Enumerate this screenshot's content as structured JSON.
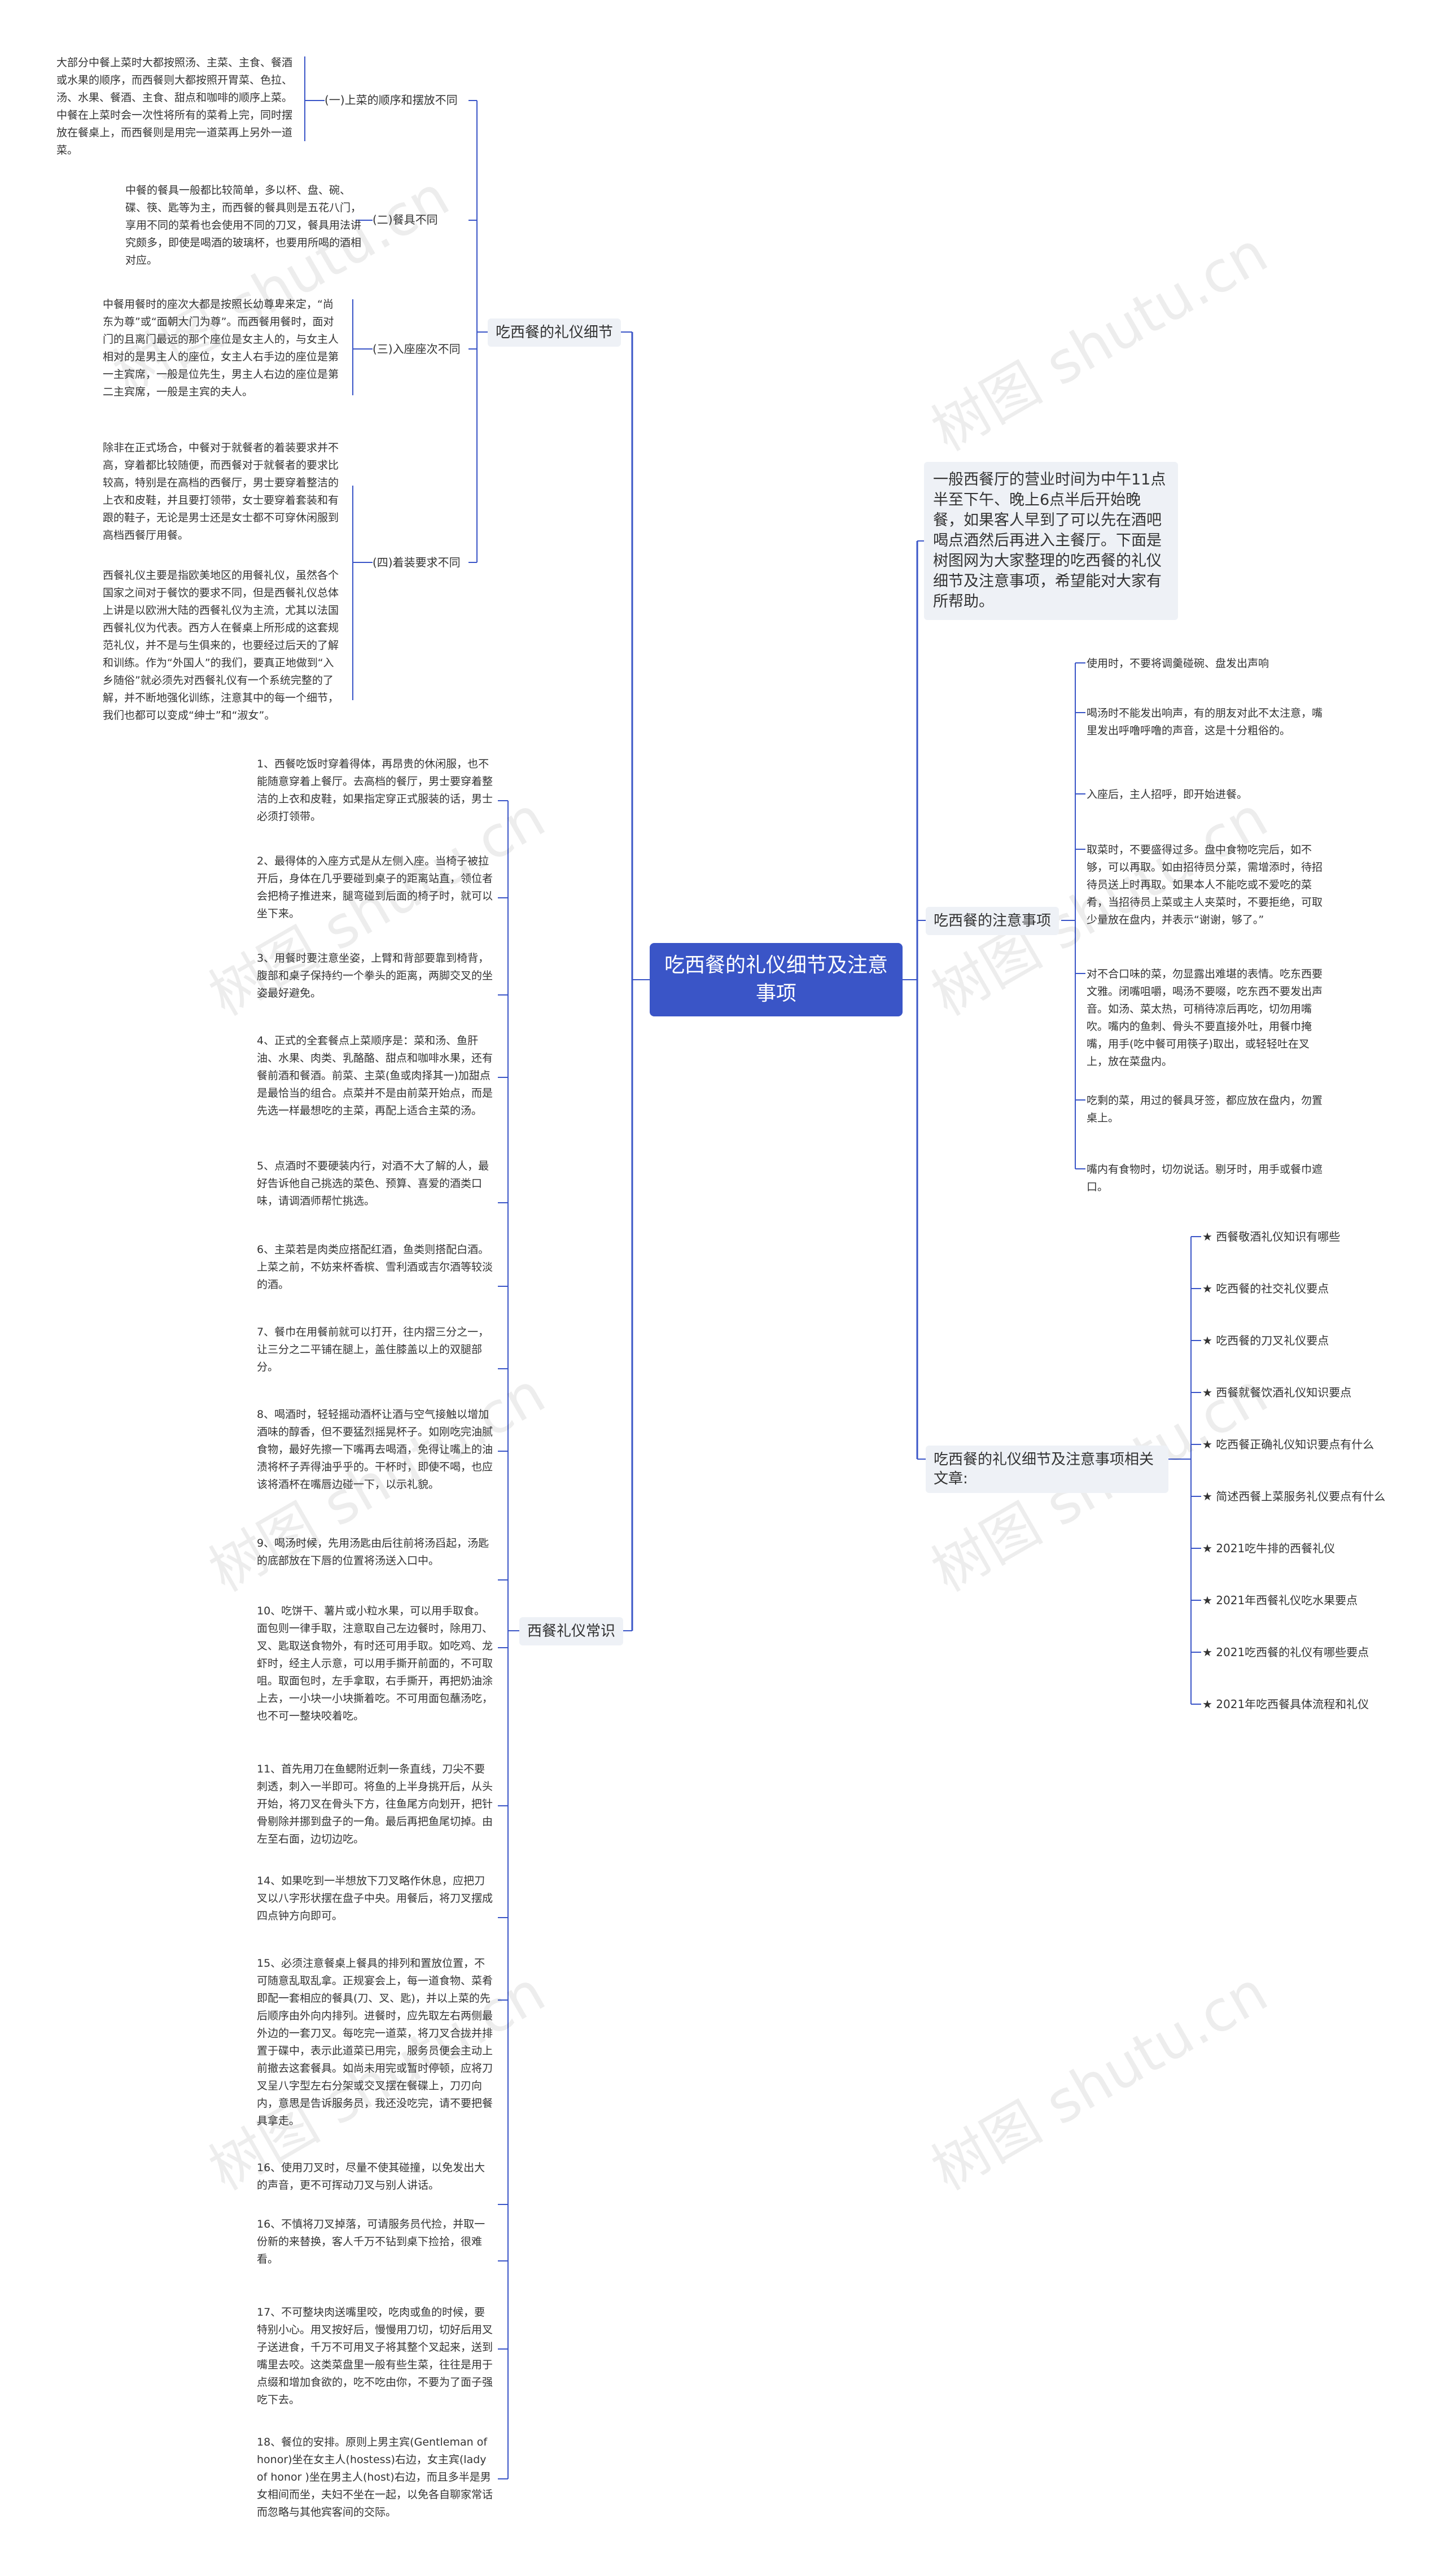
{
  "watermark": "树图 shutu.cn",
  "root": "吃西餐的礼仪细节及注意事项",
  "intro": "一般西餐厅的营业时间为中午11点半至下午、晚上6点半后开始晚餐，如果客人早到了可以先在酒吧喝点酒然后再进入主餐厅。下面是树图网为大家整理的吃西餐的礼仪细节及注意事项，希望能对大家有所帮助。",
  "branches": {
    "details": {
      "label": "吃西餐的礼仪细节",
      "subs": [
        {
          "label": "(一)上菜的顺序和摆放不同",
          "texts": [
            "大部分中餐上菜时大都按照汤、主菜、主食、餐酒或水果的顺序，而西餐则大都按照开胃菜、色拉、汤、水果、餐酒、主食、甜点和咖啡的顺序上菜。中餐在上菜时会一次性将所有的菜肴上完，同时摆放在餐桌上，而西餐则是用完一道菜再上另外一道菜。"
          ]
        },
        {
          "label": "(二)餐具不同",
          "texts": [
            "中餐的餐具一般都比较简单，多以杯、盘、碗、碟、筷、匙等为主，而西餐的餐具则是五花八门，享用不同的菜肴也会使用不同的刀叉，餐具用法讲究颇多，即使是喝酒的玻璃杯，也要用所喝的酒相对应。"
          ]
        },
        {
          "label": "(三)入座座次不同",
          "texts": [
            "中餐用餐时的座次大都是按照长幼尊卑来定，“尚东为尊”或“面朝大门为尊”。而西餐用餐时，面对门的且离门最远的那个座位是女主人的，与女主人相对的是男主人的座位，女主人右手边的座位是第一主宾席，一般是位先生，男主人右边的座位是第二主宾席，一般是主宾的夫人。"
          ]
        },
        {
          "label": "(四)着装要求不同",
          "texts": [
            "除非在正式场合，中餐对于就餐者的着装要求并不高，穿着都比较随便，而西餐对于就餐者的要求比较高，特别是在高档的西餐厅，男士要穿着整洁的上衣和皮鞋，并且要打领带，女士要穿着套装和有跟的鞋子，无论是男士还是女士都不可穿休闲服到高档西餐厅用餐。",
            "西餐礼仪主要是指欧美地区的用餐礼仪，虽然各个国家之间对于餐饮的要求不同，但是西餐礼仪总体上讲是以欧洲大陆的西餐礼仪为主流，尤其以法国西餐礼仪为代表。西方人在餐桌上所形成的这套规范礼仪，并不是与生俱来的，也要经过后天的了解和训练。作为“外国人”的我们，要真正地做到“入乡随俗”就必须先对西餐礼仪有一个系统完整的了解，并不断地强化训练，注意其中的每一个细节，我们也都可以变成“绅士”和“淑女”。"
          ]
        }
      ]
    },
    "notes": {
      "label": "吃西餐的注意事项",
      "items": [
        "使用时，不要将调羹碰碗、盘发出声响",
        "喝汤时不能发出响声，有的朋友对此不太注意，嘴里发出呼噜呼噜的声音，这是十分粗俗的。",
        "入座后，主人招呼，即开始进餐。",
        "取菜时，不要盛得过多。盘中食物吃完后，如不够，可以再取。如由招待员分菜，需增添时，待招待员送上时再取。如果本人不能吃或不爱吃的菜肴，当招待员上菜或主人夹菜时，不要拒绝，可取少量放在盘内，并表示“谢谢，够了。”",
        "对不合口味的菜，勿显露出难堪的表情。吃东西要文雅。闭嘴咀嚼，喝汤不要啜，吃东西不要发出声音。如汤、菜太热，可稍待凉后再吃，切勿用嘴吹。嘴内的鱼刺、骨头不要直接外吐，用餐巾掩嘴，用手(吃中餐可用筷子)取出，或轻轻吐在叉上，放在菜盘内。",
        "吃剩的菜，用过的餐具牙签，都应放在盘内，勿置桌上。",
        "嘴内有食物时，切勿说话。剔牙时，用手或餐巾遮口。"
      ]
    },
    "articles": {
      "label": "吃西餐的礼仪细节及注意事项相关文章:",
      "items": [
        "★ 西餐敬酒礼仪知识有哪些",
        "★ 吃西餐的社交礼仪要点",
        "★ 吃西餐的刀叉礼仪要点",
        "★ 西餐就餐饮酒礼仪知识要点",
        "★ 吃西餐正确礼仪知识要点有什么",
        "★ 简述西餐上菜服务礼仪要点有什么",
        "★ 2021吃牛排的西餐礼仪",
        "★ 2021年西餐礼仪吃水果要点",
        "★ 2021吃西餐的礼仪有哪些要点",
        "★ 2021年吃西餐具体流程和礼仪"
      ]
    },
    "common": {
      "label": "西餐礼仪常识",
      "items": [
        "1、西餐吃饭时穿着得体，再昂贵的休闲服，也不能随意穿着上餐厅。去高档的餐厅，男士要穿着整洁的上衣和皮鞋，如果指定穿正式服装的话，男士必须打领带。",
        "2、最得体的入座方式是从左侧入座。当椅子被拉开后，身体在几乎要碰到桌子的距离站直，领位者会把椅子推进来，腿弯碰到后面的椅子时，就可以坐下来。",
        "3、用餐时要注意坐姿，上臂和背部要靠到椅背，腹部和桌子保持约一个拳头的距离，两脚交叉的坐姿最好避免。",
        "4、正式的全套餐点上菜顺序是：菜和汤、鱼肝油、水果、肉类、乳酪酪、甜点和咖啡水果，还有餐前酒和餐酒。前菜、主菜(鱼或肉择其一)加甜点是最恰当的组合。点菜并不是由前菜开始点，而是先选一样最想吃的主菜，再配上适合主菜的汤。",
        "5、点酒时不要硬装内行，对酒不大了解的人，最好告诉他自己挑选的菜色、预算、喜爱的酒类口味，请调酒师帮忙挑选。",
        "6、主菜若是肉类应搭配红酒，鱼类则搭配白酒。上菜之前，不妨来杯香槟、雪利酒或吉尔酒等较淡的酒。",
        "7、餐巾在用餐前就可以打开，往内摺三分之一，让三分之二平铺在腿上，盖住膝盖以上的双腿部分。",
        "8、喝酒时，轻轻摇动酒杯让酒与空气接触以增加酒味的醇香，但不要猛烈摇晃杯子。如刚吃完油腻食物，最好先擦一下嘴再去喝酒，免得让嘴上的油渍将杯子弄得油乎乎的。干杯时，即使不喝，也应该将酒杯在嘴唇边碰一下，以示礼貌。",
        "9、喝汤时候，先用汤匙由后往前将汤舀起，汤匙的底部放在下唇的位置将汤送入口中。",
        "10、吃饼干、薯片或小粒水果，可以用手取食。面包则一律手取，注意取自己左边餐时，除用刀、叉、匙取送食物外，有时还可用手取。如吃鸡、龙虾时，经主人示意，可以用手撕开前面的，不可取咀。取面包时，左手拿取，右手撕开，再把奶油涂上去，一小块一小块撕着吃。不可用面包蘸汤吃，也不可一整块咬着吃。",
        "11、首先用刀在鱼鳃附近刺一条直线，刀尖不要刺透，刺入一半即可。将鱼的上半身挑开后，从头开始，将刀叉在骨头下方，往鱼尾方向划开，把针骨剔除并挪到盘子的一角。最后再把鱼尾切掉。由左至右面，边切边吃。",
        "14、如果吃到一半想放下刀叉略作休息，应把刀叉以八字形状摆在盘子中央。用餐后，将刀叉摆成四点钟方向即可。",
        "15、必须注意餐桌上餐具的排列和置放位置，不可随意乱取乱拿。正规宴会上，每一道食物、菜肴即配一套相应的餐具(刀、叉、匙)，并以上菜的先后顺序由外向内排列。进餐时，应先取左右两侧最外边的一套刀叉。每吃完一道菜，将刀叉合拢并排置于碟中，表示此道菜已用完，服务员便会主动上前撤去这套餐具。如尚未用完或暂时停顿，应将刀叉呈八字型左右分架或交叉摆在餐碟上，刀刃向内，意思是告诉服务员，我还没吃完，请不要把餐具拿走。",
        "16、使用刀叉时，尽量不使其碰撞，以免发出大的声音，更不可挥动刀叉与别人讲话。",
        "16、不慎将刀叉掉落，可请服务员代捡，并取一份新的来替换，客人千万不钻到桌下捡拾，很难看。",
        "17、不可整块肉送嘴里咬，吃肉或鱼的时候，要特别小心。用叉按好后，慢慢用刀切，切好后用叉子送进食，千万不可用叉子将其整个叉起来，送到嘴里去咬。这类菜盘里一般有些生菜，往往是用于点缀和增加食欲的，吃不吃由你，不要为了面子强吃下去。",
        "18、餐位的安排。原则上男主宾(Gentleman of honor)坐在女主人(hostess)右边，女主宾(lady of honor )坐在男主人(host)右边，而且多半是男女相间而坐，夫妇不坐在一起，以免各自聊家常话而忽略与其他宾客间的交际。"
      ]
    }
  },
  "colors": {
    "root_bg": "#3a55c7",
    "line": "#3a55c7",
    "branch_bg": "#eef1f6"
  }
}
